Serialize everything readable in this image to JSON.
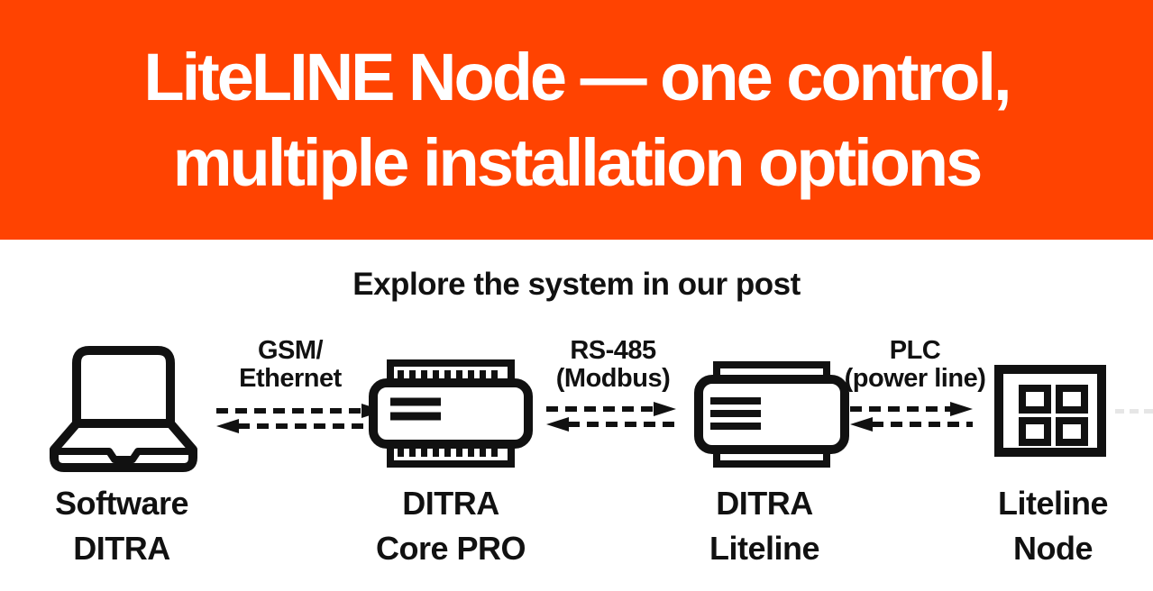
{
  "colors": {
    "banner_bg": "#FF4301",
    "banner_text": "#FFFFFF",
    "diagram_ink": "#111111",
    "edge_dash": "#E6E6E6"
  },
  "banner": {
    "title_line1": "LiteLINE Node — one control,",
    "title_line2": "multiple installation options"
  },
  "subtitle": "Explore the system in our post",
  "diagram": {
    "devices": [
      {
        "icon": "laptop-icon",
        "label_line1": "Software",
        "label_line2": "DITRA"
      },
      {
        "icon": "din-rail-module-icon",
        "label_line1": "DITRA",
        "label_line2": "Core PRO"
      },
      {
        "icon": "controller-module-icon",
        "label_line1": "DITRA",
        "label_line2": "Liteline"
      },
      {
        "icon": "node-grid-icon",
        "label_line1": "Liteline",
        "label_line2": "Node"
      }
    ],
    "connections": [
      {
        "label_line1": "GSM/",
        "label_line2": "Ethernet"
      },
      {
        "label_line1": "RS-485",
        "label_line2": "(Modbus)"
      },
      {
        "label_line1": "PLC",
        "label_line2": "(power line)"
      }
    ]
  }
}
